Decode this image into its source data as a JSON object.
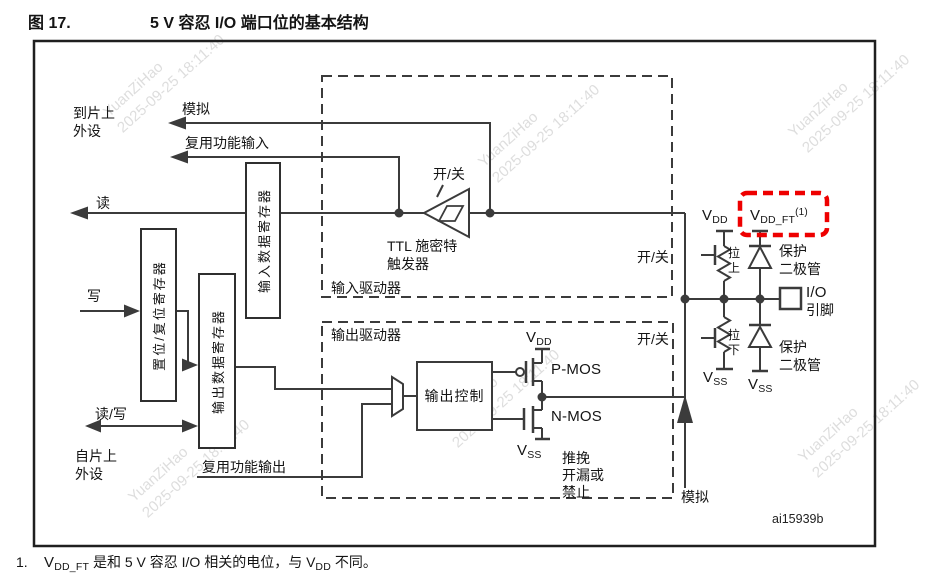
{
  "title": {
    "fig": "图 17.",
    "text": "5 V 容忍 I/O 端口位的基本结构"
  },
  "labels": {
    "to_periph_1": "到片上",
    "to_periph_2": "外设",
    "analog": "模拟",
    "af_input": "复用功能输入",
    "read": "读",
    "write": "写",
    "read_write": "读/写",
    "from_periph_1": "自片上",
    "from_periph_2": "外设",
    "af_output": "复用功能输出",
    "on_off": "开/关",
    "ttl_1": "TTL 施密特",
    "ttl_2": "触发器",
    "input_driver": "输入驱动器",
    "output_driver": "输出驱动器",
    "output_control": "输出控制",
    "pmos": "P-MOS",
    "nmos": "N-MOS",
    "push_pull": "推挽",
    "open_drain": "开漏或",
    "disabled": "禁止",
    "pull_up": "拉上",
    "pull_down": "拉下",
    "protection_1": "保护",
    "protection_2": "二极管",
    "io_1": "I/O",
    "io_2": "引脚"
  },
  "registers": {
    "input_data": "输入数据寄存器",
    "set_reset": "置位/复位寄存器",
    "output_data": "输出数据寄存器"
  },
  "voltages": {
    "v": "V",
    "dd": "DD",
    "ss": "SS",
    "dd_ft": "DD_FT",
    "ft_note": "(1)"
  },
  "footnote": {
    "num": "1.",
    "v": "V",
    "v_sub": "DD_FT",
    "mid": " 是和 5 V 容忍 I/O 相关的电位，与 V",
    "v2_sub": "DD",
    "end": " 不同。"
  },
  "watermark": {
    "line1": "YuanZiHao",
    "line2": "2025-09-25 18:11:40"
  },
  "colors": {
    "line": "#3b3b3b",
    "highlight": "#ee0000"
  },
  "ref": "ai15939b"
}
